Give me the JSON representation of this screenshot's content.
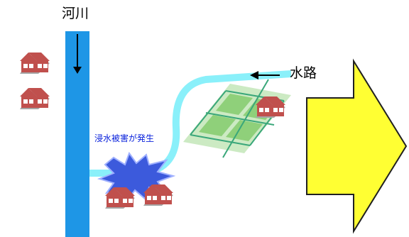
{
  "labels": {
    "river": "河川",
    "channel": "水路",
    "damage": "浸水被害が発生"
  },
  "colors": {
    "river": "#1e96e6",
    "channel": "#8af0fa",
    "house_roof": "#c0504d",
    "house_body": "#c0504d",
    "house_window": "#ffffff",
    "house_shadow": "#a6a6a6",
    "damage_text": "#0a22dc",
    "flood_burst": "#3c5adc",
    "field_green": "#8fd07a",
    "field_line": "#3aa77a",
    "arrow_fill": "#ffff33",
    "arrow_stroke": "#202020"
  },
  "icons": {
    "river_flow": "down-arrow",
    "channel_flow": "left-arrow",
    "flood": "burst-shape",
    "house": "house-icon",
    "result": "big-right-arrow"
  }
}
